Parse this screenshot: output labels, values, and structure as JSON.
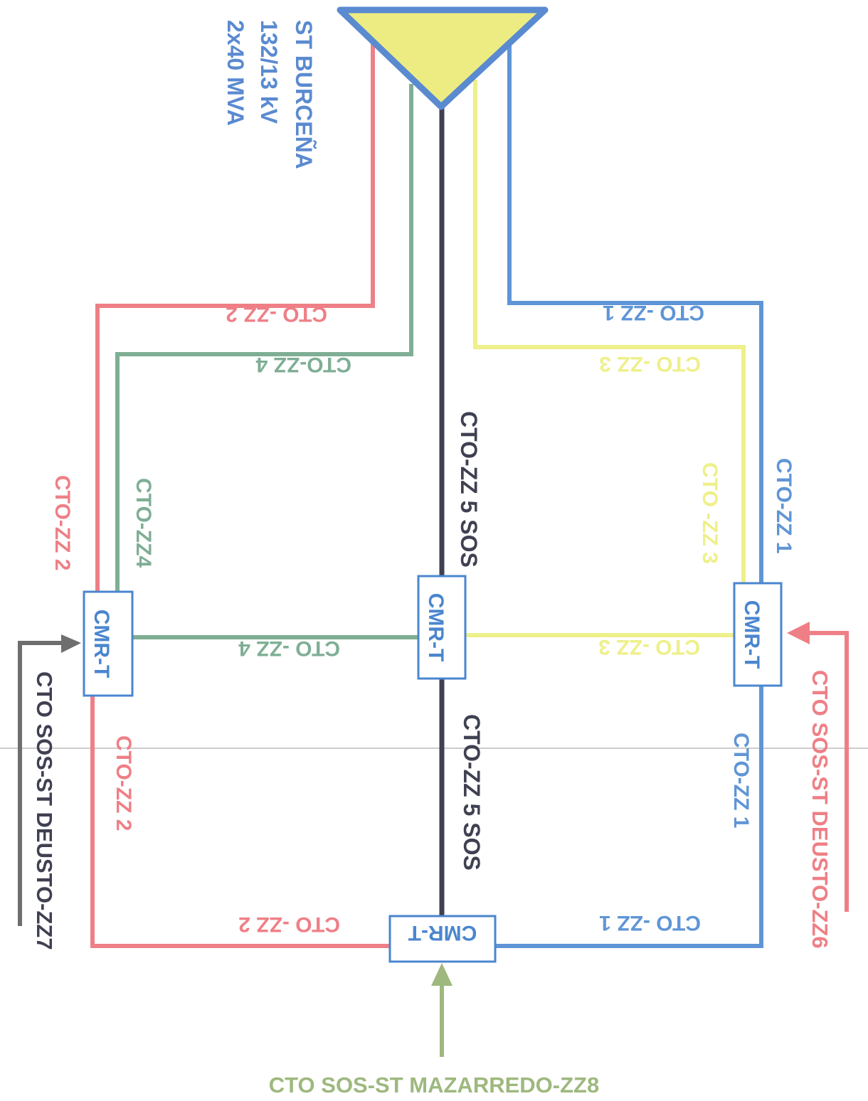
{
  "colors": {
    "red": "#ef7f86",
    "green": "#7fae94",
    "dark": "#3f4152",
    "yellow": "#eef08a",
    "blue": "#5f95d6",
    "olive": "#9eb87e",
    "gray": "#6e6e6e",
    "substation_fill": "#ecec82",
    "substation_stroke": "#5a8ad0",
    "box_border": "#4a86cf"
  },
  "substation": {
    "name": "ST BURCEÑA",
    "voltage": "132/13 kV",
    "capacity": "2x40 MVA",
    "icon": "substation-triangle-icon"
  },
  "nodes": {
    "left": "CMR-T",
    "center": "CMR-T",
    "right": "CMR-T",
    "bottom": "CMR-T"
  },
  "circuits": {
    "zz2_top": "CTO -ZZ 2",
    "zz4_top": "CTO-ZZ 4",
    "zz1_top": "CTO -ZZ 1",
    "zz3_top": "CTO -ZZ 3",
    "zz5_upper": "CTO-ZZ 5 SOS",
    "zz5_lower": "CTO-ZZ 5 SOS",
    "zz2_left_upper": "CTO-ZZ 2",
    "zz4_left": "CTO-ZZ4",
    "zz3_right": "CTO -ZZ 3",
    "zz1_right_upper": "CTO-ZZ 1",
    "zz4_middle": "CTO -ZZ 4",
    "zz3_middle": "CTO -ZZ 3",
    "zz2_left_lower": "CTO-ZZ 2",
    "zz1_right_lower": "CTO-ZZ 1",
    "zz2_bottom": "CTO -ZZ 2",
    "zz1_bottom": "CTO -ZZ 1"
  },
  "feeds": {
    "deusto_zz7": "CTO SOS-ST DEUSTO-ZZ7",
    "deusto_zz6": "CTO SOS-ST DEUSTO-ZZ6",
    "mazarredo_zz8": "CTO SOS-ST MAZARREDO-ZZ8"
  }
}
